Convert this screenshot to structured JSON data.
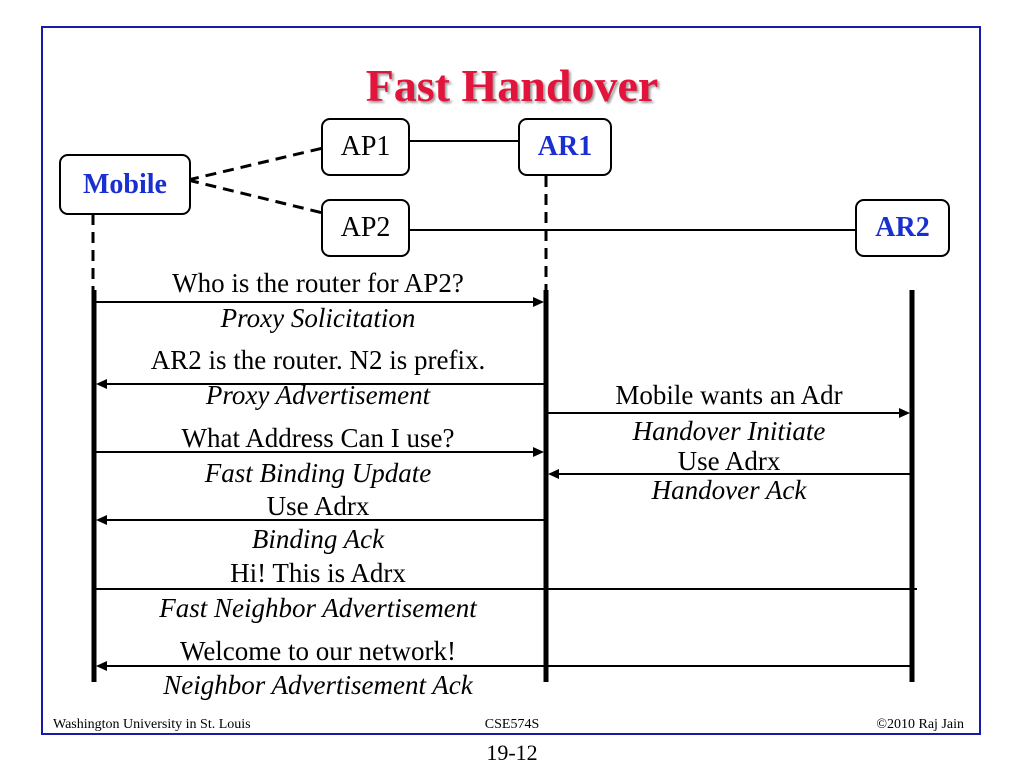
{
  "title": "Fast Handover",
  "nodes": {
    "mobile": "Mobile",
    "ap1": "AP1",
    "ap2": "AP2",
    "ar1": "AR1",
    "ar2": "AR2"
  },
  "messages": [
    {
      "text": "Who is the router for AP2?",
      "name": "Proxy Solicitation",
      "from": "Mobile",
      "to": "AR1"
    },
    {
      "text": "AR2 is the router. N2 is prefix.",
      "name": "Proxy Advertisement",
      "from": "AR1",
      "to": "Mobile"
    },
    {
      "text": "Mobile wants an Adr",
      "name": "Handover Initiate",
      "from": "AR1",
      "to": "AR2"
    },
    {
      "text": "What Address Can I use?",
      "name": "Fast Binding Update",
      "from": "Mobile",
      "to": "AR1"
    },
    {
      "text": "Use Adrx",
      "name": "Handover Ack",
      "from": "AR2",
      "to": "AR1"
    },
    {
      "text": "Use Adrx",
      "name": "Binding Ack",
      "from": "AR1",
      "to": "Mobile"
    },
    {
      "text": "Hi! This is Adrx",
      "name": "Fast Neighbor Advertisement",
      "from": "Mobile",
      "to": "AR2"
    },
    {
      "text": "Welcome to our network!",
      "name": "Neighbor Advertisement Ack",
      "from": "AR2",
      "to": "Mobile"
    }
  ],
  "footer": {
    "left": "Washington University in St. Louis",
    "center": "CSE574S",
    "right": "©2010 Raj Jain"
  },
  "page_number": "19-12",
  "colors": {
    "title": "#e3143c",
    "node_highlight": "#1a2fd0",
    "frame": "#1a1aa8",
    "line": "#000000"
  }
}
